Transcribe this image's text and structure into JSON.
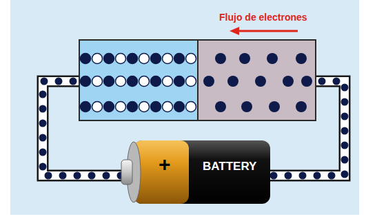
{
  "diagram": {
    "nodes": [
      {
        "text": [
          "+",
          "BATTERY"
        ]
      }
    ],
    "labels": [
      "Flujo de electrones"
    ]
  }
}
